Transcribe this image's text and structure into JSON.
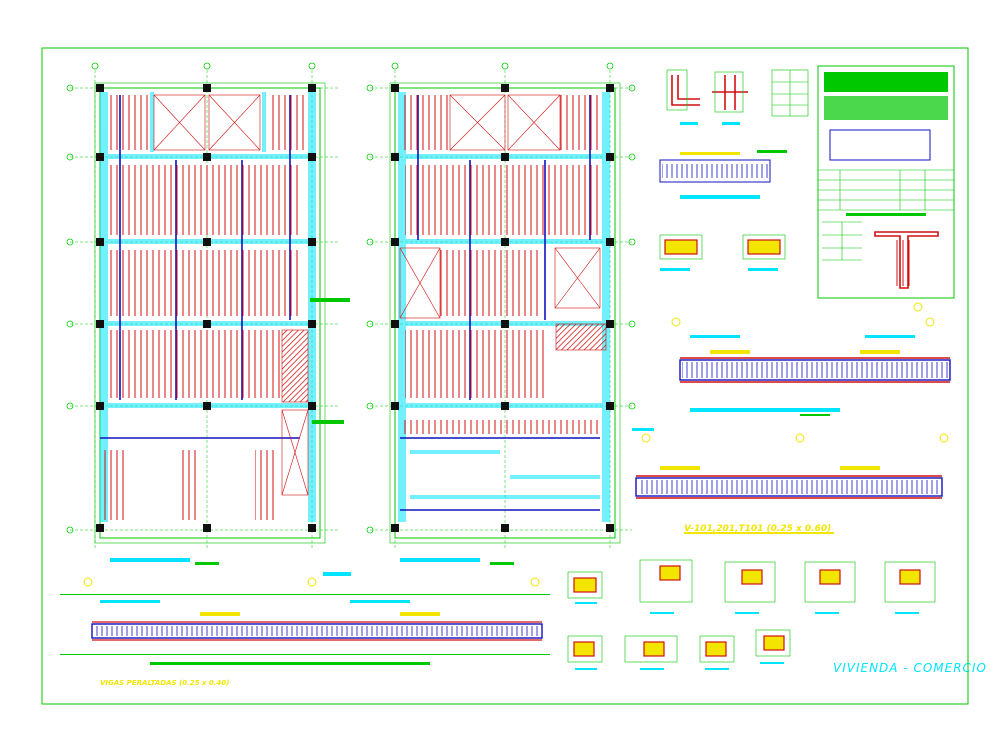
{
  "drawing": {
    "project_name": "VIVIENDA - COMERCIO",
    "beam_title_1": "V-101,201,T101 (0.25 x 0.60)",
    "beam_title_2": "VIGAS PERALTADAS (0.25 x 0.40)",
    "colors": {
      "background": "#ffffff",
      "frame": "#00cc00",
      "beam_blue": "#1010c0",
      "rebar_red": "#d01010",
      "hatch_cyan": "#00e5ff",
      "grid_green": "#00c800",
      "text_yellow": "#f2e600"
    }
  }
}
